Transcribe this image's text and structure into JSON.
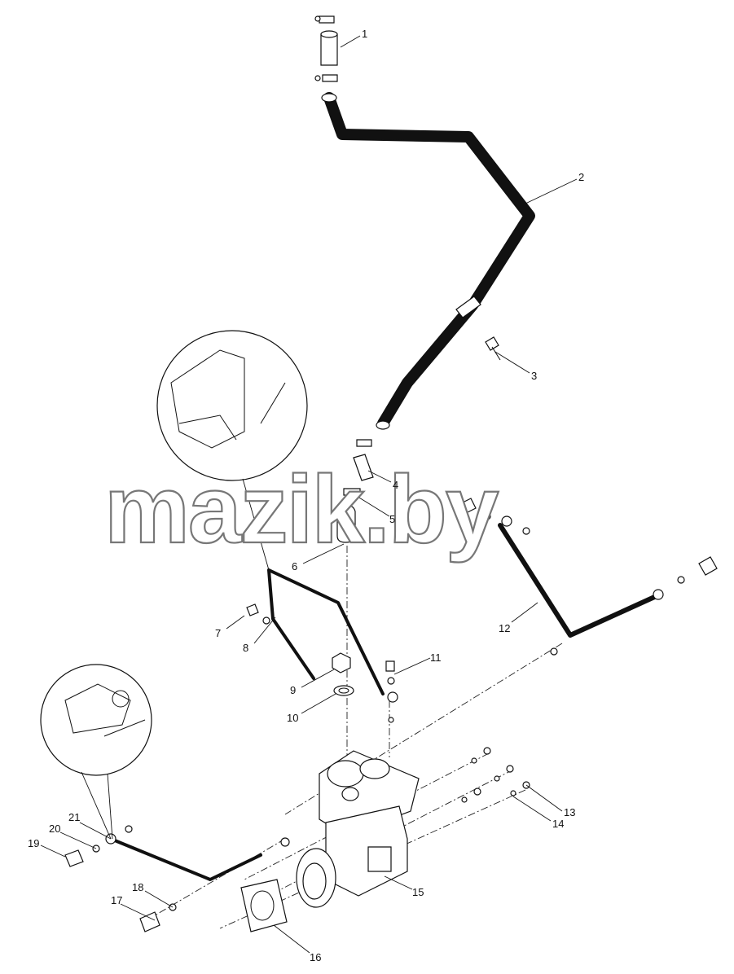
{
  "watermark": "mazik.by",
  "callouts": [
    {
      "id": "c1",
      "text": "1"
    },
    {
      "id": "c2",
      "text": "2"
    },
    {
      "id": "c3",
      "text": "3"
    },
    {
      "id": "c4",
      "text": "4"
    },
    {
      "id": "c5",
      "text": "5"
    },
    {
      "id": "c6",
      "text": "6"
    },
    {
      "id": "c7",
      "text": "7"
    },
    {
      "id": "c8",
      "text": "8"
    },
    {
      "id": "c9",
      "text": "9"
    },
    {
      "id": "c10",
      "text": "10"
    },
    {
      "id": "c11",
      "text": "11"
    },
    {
      "id": "c12",
      "text": "12"
    },
    {
      "id": "c13",
      "text": "13"
    },
    {
      "id": "c14",
      "text": "14"
    },
    {
      "id": "c15",
      "text": "15"
    },
    {
      "id": "c16",
      "text": "16"
    },
    {
      "id": "c17",
      "text": "17"
    },
    {
      "id": "c18",
      "text": "18"
    },
    {
      "id": "c19",
      "text": "19"
    },
    {
      "id": "c20",
      "text": "20"
    },
    {
      "id": "c21",
      "text": "21"
    }
  ]
}
